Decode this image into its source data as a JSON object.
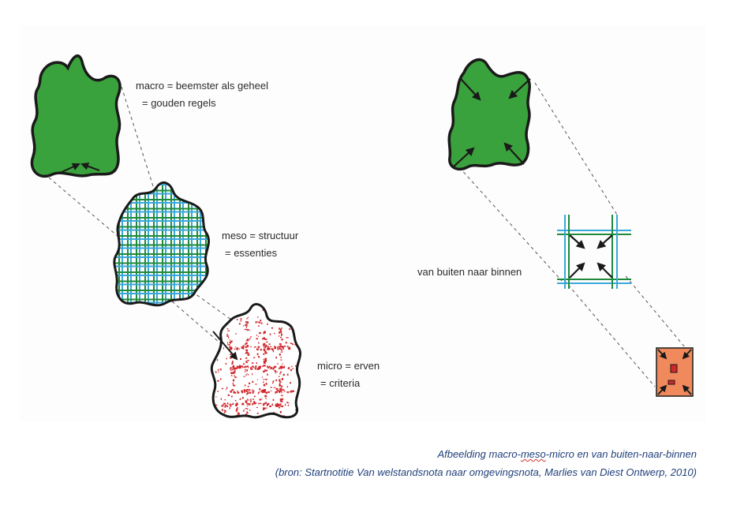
{
  "left_diagram": {
    "macro": {
      "line1": "macro = beemster als geheel",
      "line2": "= gouden regels"
    },
    "meso": {
      "line1": "meso = structuur",
      "line2": "= essenties"
    },
    "micro": {
      "line1": "micro = erven",
      "line2": "= criteria"
    }
  },
  "right_diagram": {
    "label": "van buiten naar binnen"
  },
  "caption": {
    "line1_before": "Afbeelding macro-",
    "line1_underlined": "meso",
    "line1_after": "-micro en van buiten-naar-binnen",
    "line2": "(bron: Startnotitie Van welstandsnota naar omgevingsnota, Marlies van Diest Ontwerp, 2010)"
  },
  "colors": {
    "green_fill": "#3aa23c",
    "grid_green": "#1f8a3a",
    "grid_blue": "#3aa7dc",
    "micro_red": "#d0272b",
    "orange_fill": "#f08a5d",
    "outline": "#1a1a1a",
    "caption_blue": "#1f3f7a"
  }
}
